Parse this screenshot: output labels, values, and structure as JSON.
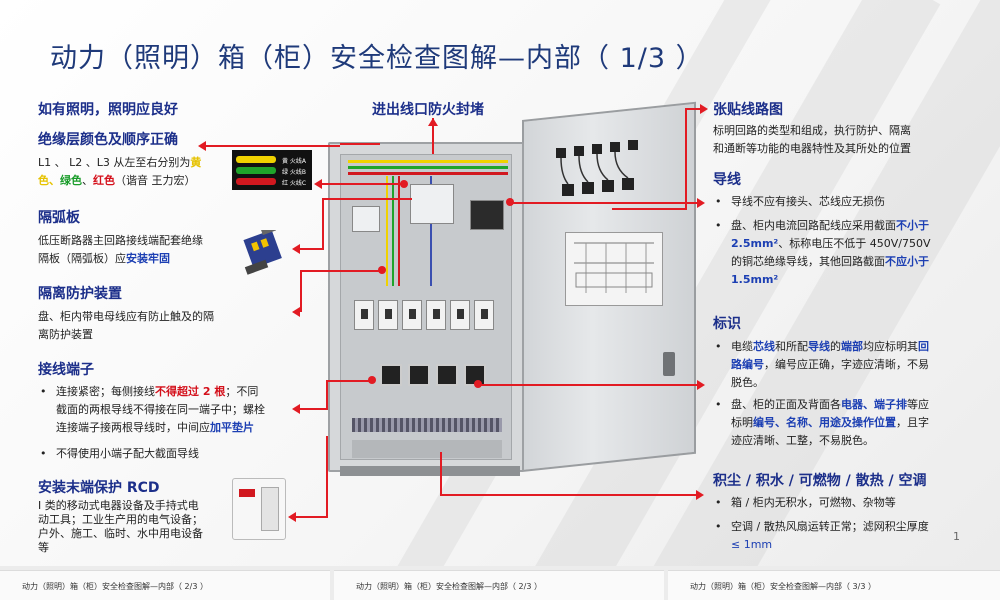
{
  "slide_title": "动力（照明）箱（柜）安全检查图解—内部（ 1/3 ）",
  "page_number": "1",
  "left": {
    "lighting": {
      "title": "如有照明，照明应良好"
    },
    "insulation": {
      "title": "绝缘层颜色及顺序正确",
      "text_prefix": "L1 、 L2 、L3 从左至右分别为",
      "yellow": "黄",
      "sep1": "色、",
      "green": "绿色",
      "sep2": "、",
      "red": "红色",
      "suffix": "（谐音 王力宏）",
      "sample_labels": [
        "黄  火线A",
        "绿  火线B",
        "红  火线C"
      ]
    },
    "arc": {
      "title": "隔弧板",
      "text1": "低压断路器主回路接线端配套绝缘",
      "text2": "隔板（隔弧板）应",
      "text2_hl": "安装牢固"
    },
    "isolation": {
      "title": "隔离防护装置",
      "text1": "盘、柜内带电母线应有防止触及的隔",
      "text2": "离防护装置"
    },
    "terminal": {
      "title": "接线端子",
      "b1_a": "连接紧密；每侧接线",
      "b1_hl": "不得超过 2 根",
      "b1_b": "；不同",
      "b1_c": "截面的两根导线不得接在同一端子中；螺栓",
      "b1_d": "连接端子接两根导线时，中间应",
      "b1_hl2": "加平垫片",
      "b2": "不得使用小端子配大截面导线"
    },
    "rcd": {
      "title": "安装末端保护 RCD",
      "t1": "Ⅰ 类的移动式电器设备及手持式电",
      "t2": "动工具；工业生产用的电气设备；",
      "t3": "户外、施工、临时、水中用电设备",
      "t4": "等"
    }
  },
  "center": {
    "fire_seal": "进出线口防火封堵"
  },
  "right": {
    "diagram": {
      "title": "张贴线路图",
      "t1": "标明回路的类型和组成，执行防护、隔离",
      "t2": "和通断等功能的电器特性及其所处的位置"
    },
    "wire": {
      "title": "导线",
      "b1": "导线不应有接头、芯线应无损伤",
      "b2_a": "盘、柜内电流回路配线应采用截面",
      "b2_hl": "不小于",
      "b2_hl2": "2.5mm²",
      "b2_b": "、标称电压不低于 450V/750V",
      "b2_c": "的铜芯绝缘导线，其他回路截面",
      "b2_hl3": "不应小于",
      "b2_hl4": "1.5mm²"
    },
    "marking": {
      "title": "标识",
      "b1_a": "电缆",
      "b1_hl1": "芯线",
      "b1_b": "和所配",
      "b1_hl2": "导线",
      "b1_c": "的",
      "b1_hl3": "端部",
      "b1_d": "均应标明其",
      "b1_hl4": "回",
      "b1_hl5": "路编号",
      "b1_e": "，编号应正确，字迹应清晰，不易",
      "b1_f": "脱色。",
      "b2_a": "盘、柜的正面及背面各",
      "b2_hl1": "电器、端子排",
      "b2_b": "等应",
      "b2_c": "标明",
      "b2_hl2": "编号、名称、用途及操作位置",
      "b2_d": "，且字",
      "b2_e": "迹应清晰、工整，不易脱色。"
    },
    "dust": {
      "title": "积尘 / 积水 / 可燃物 / 散热 / 空调",
      "b1": "箱 / 柜内无积水，可燃物、杂物等",
      "b2": "空调 / 散热风扇运转正常；滤网积尘厚度",
      "b2_b": "≤ 1mm"
    }
  },
  "thumbnails": [
    "动力（照明）箱（柜）安全检查图解—内部（ 2/3 ）",
    "动力（照明）箱（柜）安全检查图解—内部（ 2/3 ）",
    "动力（照明）箱（柜）安全检查图解—内部（ 3/3 ）"
  ]
}
